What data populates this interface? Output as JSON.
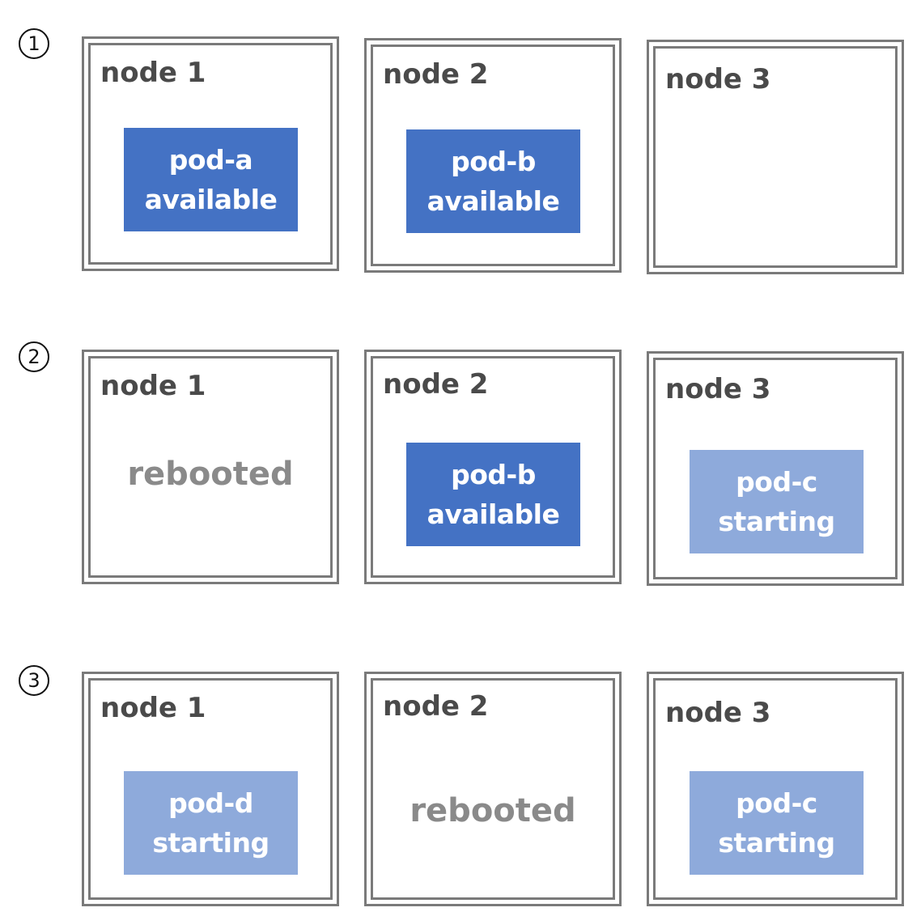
{
  "colors": {
    "frame": "#7a7a7a",
    "node_label": "#4a4a4a",
    "pod_available": "#4472c4",
    "pod_starting": "#8eaadb",
    "rebooted_text": "#8a8a8a"
  },
  "steps": [
    {
      "marker": "1",
      "nodes": [
        {
          "label": "node 1",
          "pod_name": "pod-a",
          "pod_status": "available",
          "rebooted": ""
        },
        {
          "label": "node 2",
          "pod_name": "pod-b",
          "pod_status": "available",
          "rebooted": ""
        },
        {
          "label": "node 3",
          "pod_name": "",
          "pod_status": "",
          "rebooted": ""
        }
      ]
    },
    {
      "marker": "2",
      "nodes": [
        {
          "label": "node 1",
          "pod_name": "",
          "pod_status": "",
          "rebooted": "rebooted"
        },
        {
          "label": "node 2",
          "pod_name": "pod-b",
          "pod_status": "available",
          "rebooted": ""
        },
        {
          "label": "node 3",
          "pod_name": "pod-c",
          "pod_status": "starting",
          "rebooted": ""
        }
      ]
    },
    {
      "marker": "3",
      "nodes": [
        {
          "label": "node 1",
          "pod_name": "pod-d",
          "pod_status": "starting",
          "rebooted": ""
        },
        {
          "label": "node 2",
          "pod_name": "",
          "pod_status": "",
          "rebooted": "rebooted"
        },
        {
          "label": "node 3",
          "pod_name": "pod-c",
          "pod_status": "starting",
          "rebooted": ""
        }
      ]
    }
  ]
}
